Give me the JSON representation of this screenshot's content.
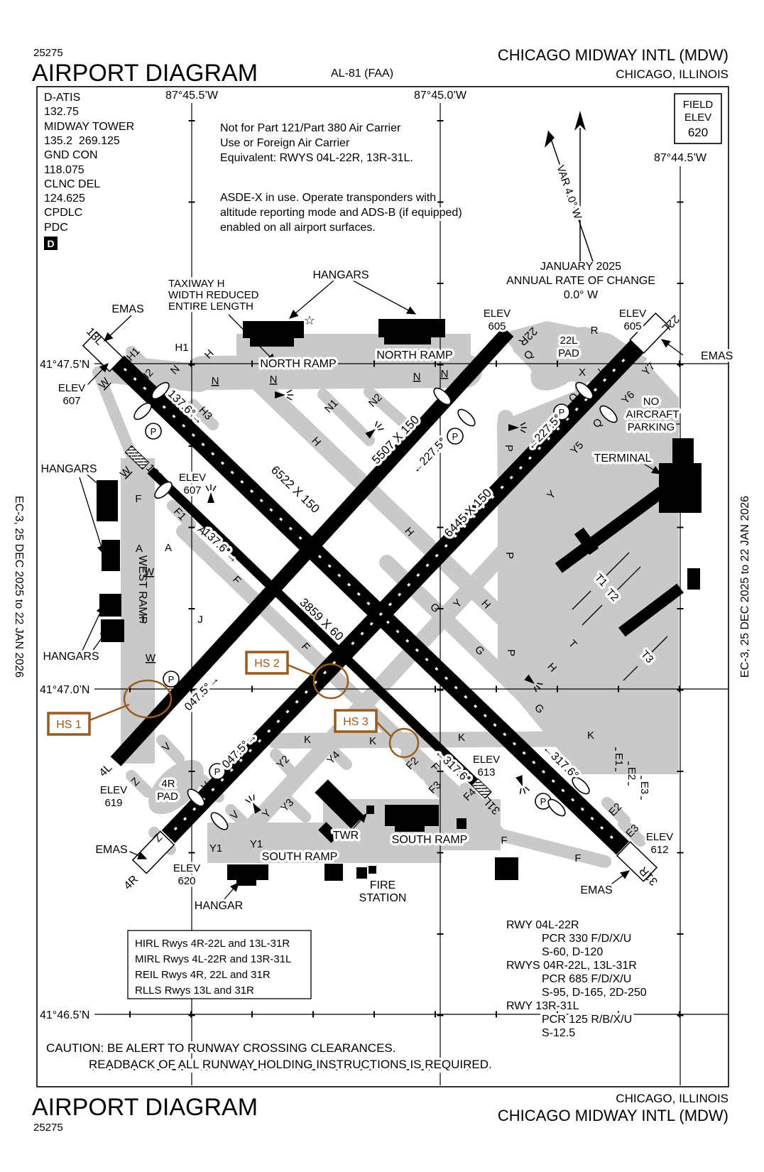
{
  "header": {
    "chart_num": "25275",
    "title": "AIRPORT DIAGRAM",
    "al": "AL-81 (FAA)",
    "airport": "CHICAGO MIDWAY INTL (MDW)",
    "city": "CHICAGO, ILLINOIS"
  },
  "footer": {
    "title": "AIRPORT DIAGRAM",
    "chart_num": "25275",
    "city": "CHICAGO, ILLINOIS",
    "airport": "CHICAGO MIDWAY INTL (MDW)"
  },
  "margins": {
    "left": "EC-3, 25 DEC 2025 to 22 JAN 2026",
    "right": "EC-3, 25 DEC 2025 to 22 JAN 2026"
  },
  "info": {
    "lines": [
      "D-ATIS",
      "132.75",
      "MIDWAY TOWER",
      "135.2  269.125",
      "GND CON",
      "118.075",
      "CLNC DEL",
      "124.625",
      "CPDLC",
      "PDC"
    ],
    "d_symbol": "D"
  },
  "notes": {
    "carrier": [
      "Not for Part 121/Part 380 Air Carrier",
      "Use or Foreign Air Carrier",
      "Equivalent: RWYS 04L-22R, 13R-31L."
    ],
    "asdex": [
      "ASDE-X in use. Operate transponders with",
      "altitude reporting mode and ADS-B (if equipped)",
      "enabled on all airport surfaces."
    ]
  },
  "north": {
    "var": "VAR 4.0° W",
    "date": "JANUARY 2025",
    "rate": "ANNUAL RATE OF CHANGE",
    "value": "0.0° W"
  },
  "field_elev": {
    "field": "FIELD",
    "elev": "ELEV",
    "value": "620"
  },
  "coords": {
    "lon": [
      "87°45.5’W",
      "87°45.0’W",
      "87°44.5’W"
    ],
    "lat": [
      "41°47.5’N",
      "41°47.0’N",
      "41°46.5’N"
    ]
  },
  "runways": {
    "r1": {
      "e1": "13L",
      "e2": "31R",
      "dim": "6522 X 150",
      "h1": "137.6°→",
      "h2": "←317.6°"
    },
    "r2": {
      "e1": "4L",
      "e2": "22R",
      "dim": "5507 X 150",
      "h1": "047.5°→",
      "h2": "←227.5°"
    },
    "r3": {
      "e1": "4R",
      "e2": "22L",
      "dim": "6445 X 150",
      "h1": "047.5°→",
      "h2": "←227.5°"
    },
    "r4": {
      "e1": "13R",
      "e2": "31L",
      "dim": "3859 X 60",
      "h1": "137.6°→",
      "h2": "←317.6°"
    }
  },
  "areas": {
    "taxiway_note": [
      "TAXIWAY H",
      "WIDTH REDUCED",
      "ENTIRE LENGTH"
    ],
    "emas": "EMAS",
    "hangars": "HANGARS",
    "hangar": "HANGAR",
    "north_ramp": "NORTH RAMP",
    "west_ramp": "WEST RAMP",
    "south_ramp": "SOUTH RAMP",
    "terminal": "TERMINAL",
    "twr": "TWR",
    "fire_station": [
      "FIRE",
      "STATION"
    ],
    "no_parking": [
      "NO",
      "AIRCRAFT",
      "PARKING"
    ],
    "pad_22l": [
      "22L",
      "PAD"
    ],
    "pad_4r": [
      "4R",
      "PAD"
    ],
    "t1": "T1",
    "t2": "T2",
    "t3": "T3"
  },
  "elev": {
    "label": "ELEV",
    "e607": "607",
    "e605": "605",
    "e619": "619",
    "e620": "620",
    "e613": "613",
    "e612": "612"
  },
  "hotspots": {
    "hs1": "HS 1",
    "hs2": "HS 2",
    "hs3": "HS 3"
  },
  "symbols": {
    "p": "P",
    "d": "D",
    "star": "☆"
  },
  "tw": [
    "H1",
    "H1",
    "H2",
    "N",
    "H",
    "N",
    "N",
    "N",
    "N",
    "H3",
    "N1",
    "N2",
    "Q",
    "R",
    "X",
    "X",
    "Y7",
    "Q",
    "Y6",
    "Q",
    "Y5",
    "P",
    "Y",
    "H",
    "H",
    "P",
    "G",
    "Y",
    "H",
    "G",
    "P",
    "T",
    "H",
    "G",
    "F",
    "F1",
    "A",
    "A",
    "A",
    "W",
    "W",
    "W",
    "W",
    "J",
    "J",
    "F",
    "F",
    "K",
    "K",
    "K",
    "K",
    "V",
    "V",
    "V",
    "Z",
    "Z",
    "Y2",
    "Y3",
    "Y4",
    "Y",
    "F2",
    "F",
    "F3",
    "F4",
    "E1",
    "E2",
    "E3",
    "E2",
    "E3",
    "F",
    "F",
    "Y1",
    "Y1"
  ],
  "lighting": [
    "HIRL Rwys 4R-22L and 13L-31R",
    "MIRL Rwys 4L-22R and 13R-31L",
    "REIL Rwys 4R, 22L and 31R",
    "RLLS Rwys 13L and 31R"
  ],
  "runway_data": [
    "RWY 04L-22R",
    "PCR 330 F/D/X/U",
    "S-60, D-120",
    "RWYS 04R-22L, 13L-31R",
    "PCR 685 F/D/X/U",
    "S-95, D-165, 2D-250",
    "RWY 13R-31L",
    "PCR 125 R/B/X/U",
    "S-12.5"
  ],
  "caution": {
    "l1": "CAUTION: BE ALERT TO RUNWAY CROSSING CLEARANCES.",
    "l2": "READBACK OF ALL RUNWAY HOLDING INSTRUCTIONS IS REQUIRED."
  }
}
